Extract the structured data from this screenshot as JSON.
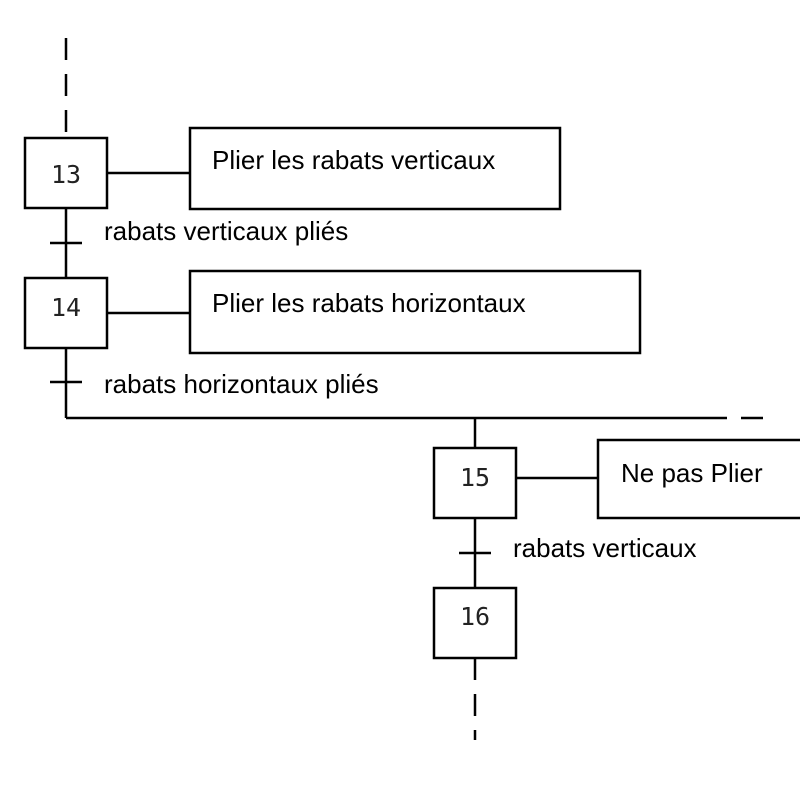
{
  "steps": [
    {
      "number": "13",
      "action": "Plier les rabats verticaux"
    },
    {
      "number": "14",
      "action": "Plier les rabats horizontaux"
    },
    {
      "number": "15",
      "action": "Ne pas Plier"
    },
    {
      "number": "16",
      "action": ""
    }
  ],
  "transitions": [
    {
      "label": "rabats verticaux pliés"
    },
    {
      "label": "rabats horizontaux pliés"
    },
    {
      "label": "rabats verticaux"
    }
  ]
}
